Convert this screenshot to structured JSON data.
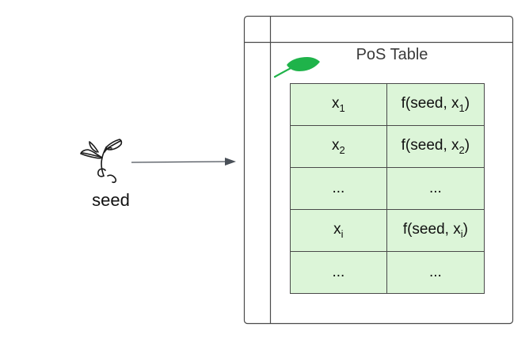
{
  "seed": {
    "label": "seed",
    "icon": "sprout-icon"
  },
  "table": {
    "title": "PoS Table",
    "icon": "leaf-icon",
    "accent_color": "#1fb34a",
    "cell_fill": "#dcf5d8",
    "rows": [
      {
        "x_base": "x",
        "x_sub": "1",
        "f_prefix": "f(seed, x",
        "f_sub": "1",
        "f_suffix": ")"
      },
      {
        "x_base": "x",
        "x_sub": "2",
        "f_prefix": "f(seed, x",
        "f_sub": "2",
        "f_suffix": ")"
      },
      {
        "x_base": "...",
        "x_sub": "",
        "f_prefix": "...",
        "f_sub": "",
        "f_suffix": ""
      },
      {
        "x_base": "x",
        "x_sub": "i",
        "f_prefix": "f(seed, x",
        "f_sub": "i",
        "f_suffix": ")"
      },
      {
        "x_base": "...",
        "x_sub": "",
        "f_prefix": "...",
        "f_sub": "",
        "f_suffix": ""
      }
    ]
  },
  "arrow": {
    "color": "#4a5058"
  }
}
